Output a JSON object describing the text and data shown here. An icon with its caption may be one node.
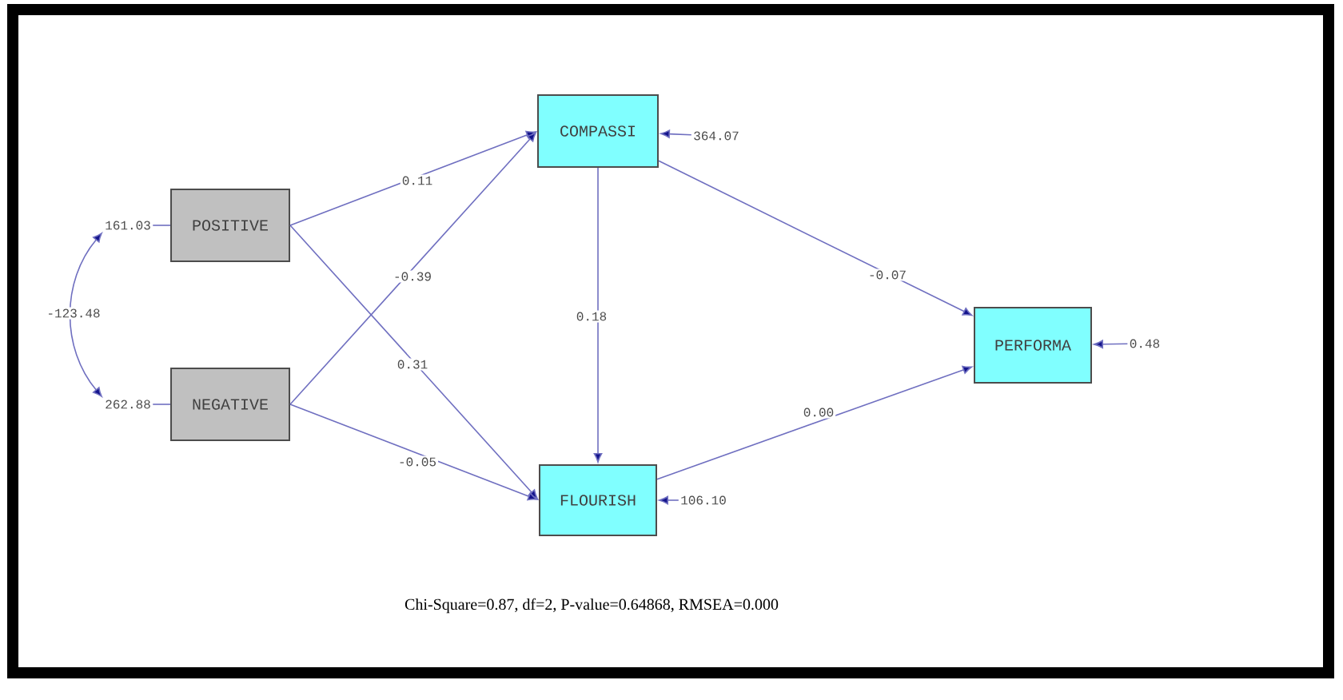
{
  "diagram": {
    "caption": "Chi-Square=0.87, df=2, P-value=0.64868, RMSEA=0.000",
    "nodes": [
      {
        "text": [
          "POSITIVE"
        ]
      },
      {
        "text": [
          "NEGATIVE"
        ]
      },
      {
        "text": [
          "COMPASSI"
        ]
      },
      {
        "text": [
          "FLOURISH"
        ]
      },
      {
        "text": [
          "PERFORMA"
        ]
      },
      {
        "text": [
          "161.03"
        ]
      },
      {
        "text": [
          "262.88"
        ]
      },
      {
        "text": [
          "364.07"
        ]
      },
      {
        "text": [
          "106.10"
        ]
      },
      {
        "text": [
          "0.48"
        ]
      }
    ],
    "edges": [
      {
        "from": 0,
        "to": 2,
        "arrow": "to",
        "label": "0.11"
      },
      {
        "from": 1,
        "to": 2,
        "arrow": "to",
        "label": "-0.39"
      },
      {
        "from": 0,
        "to": 3,
        "arrow": "to",
        "label": "0.31"
      },
      {
        "from": 1,
        "to": 3,
        "arrow": "to",
        "label": "-0.05"
      },
      {
        "from": 2,
        "to": 3,
        "arrow": "to",
        "label": "0.18"
      },
      {
        "from": 2,
        "to": 4,
        "arrow": "to",
        "label": "-0.07"
      },
      {
        "from": 3,
        "to": 4,
        "arrow": "to",
        "label": "0.00"
      },
      {
        "from": 5,
        "to": 0,
        "arrow": "none"
      },
      {
        "from": 6,
        "to": 1,
        "arrow": "none"
      },
      {
        "from": 5,
        "to": 6,
        "arrow": "both",
        "label": "-123.48"
      },
      {
        "from": 7,
        "to": 2,
        "arrow": "to"
      },
      {
        "from": 8,
        "to": 3,
        "arrow": "to"
      },
      {
        "from": 9,
        "to": 4,
        "arrow": "to"
      }
    ]
  }
}
